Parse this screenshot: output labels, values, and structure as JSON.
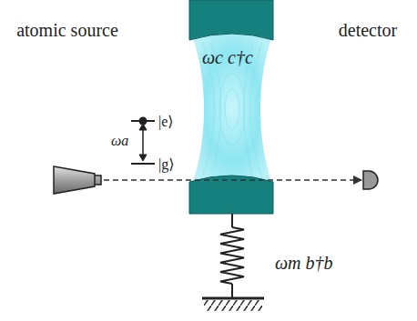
{
  "diagram": {
    "nodes": [
      {
        "text": [
          "atomic source"
        ]
      },
      {
        "text": [
          "detector"
        ]
      }
    ],
    "edges": [
      {
        "from": 0,
        "to": 1,
        "arrow": "to"
      }
    ],
    "labels": [
      "ωc c†c",
      "|e⟩",
      "|g⟩",
      "ωa",
      "ωm b†b"
    ]
  }
}
